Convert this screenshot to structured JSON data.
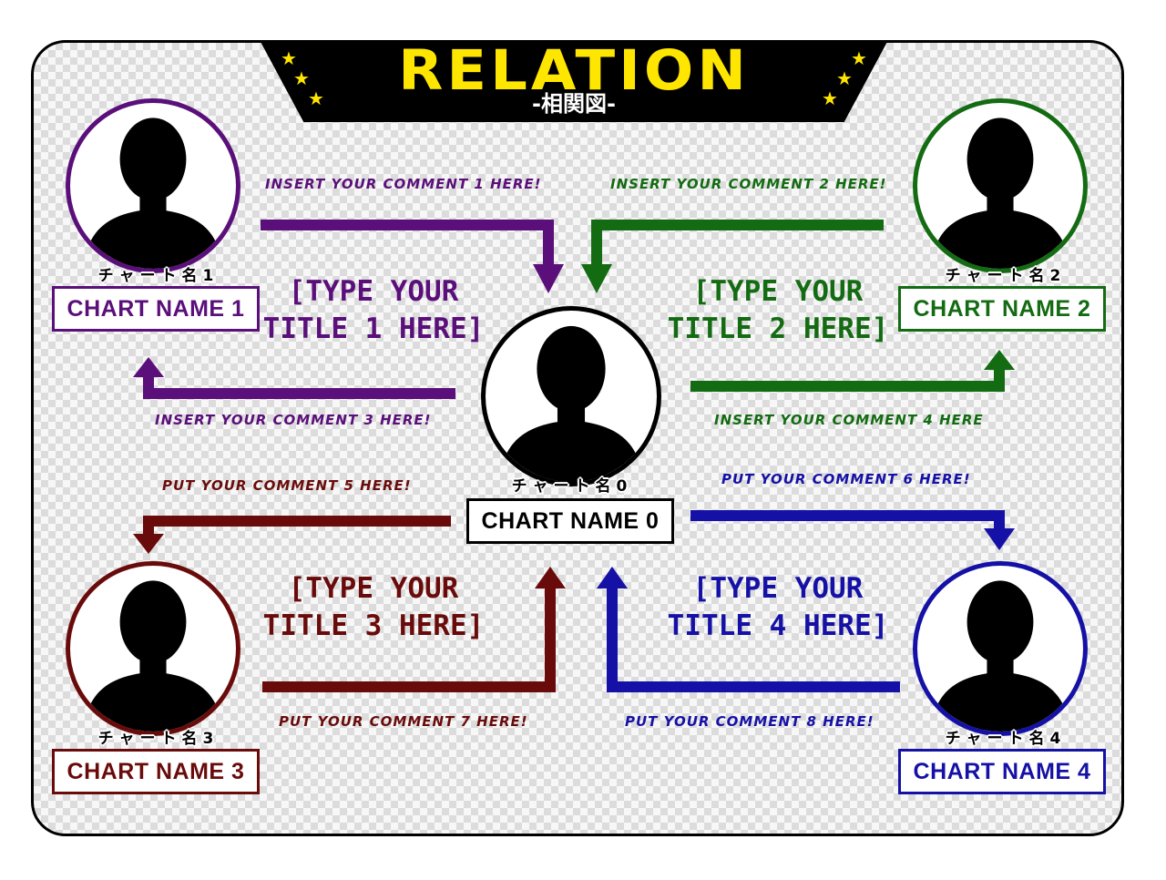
{
  "header": {
    "title": "RELATION",
    "subtitle": "-相関図-"
  },
  "colors": {
    "purple": "#5a0f7a",
    "green": "#136b12",
    "maroon": "#6a0b0b",
    "blue": "#1511a6",
    "black": "#000000",
    "yellow": "#ffe600"
  },
  "characters": [
    {
      "jp": "チャート名0",
      "name": "CHART NAME 0",
      "color": "#000000",
      "icon": "silhouette-icon"
    },
    {
      "jp": "チャート名1",
      "name": "CHART NAME 1",
      "color": "#5a0f7a",
      "icon": "silhouette-icon"
    },
    {
      "jp": "チャート名2",
      "name": "CHART NAME 2",
      "color": "#136b12",
      "icon": "silhouette-icon"
    },
    {
      "jp": "チャート名3",
      "name": "CHART NAME 3",
      "color": "#6a0b0b",
      "icon": "silhouette-icon"
    },
    {
      "jp": "チャート名4",
      "name": "CHART NAME 4",
      "color": "#1511a6",
      "icon": "silhouette-icon"
    }
  ],
  "titles": [
    "[TYPE YOUR\nTITLE 1 HERE]",
    "[TYPE YOUR\nTITLE 2 HERE]",
    "[TYPE YOUR\nTITLE 3 HERE]",
    "[TYPE YOUR\nTITLE 4 HERE]"
  ],
  "comments": [
    "INSERT YOUR COMMENT 1 HERE!",
    "INSERT YOUR COMMENT 2 HERE!",
    "INSERT YOUR COMMENT 3 HERE!",
    "INSERT YOUR COMMENT 4 HERE",
    "PUT YOUR COMMENT 5 HERE!",
    "PUT YOUR COMMENT 6 HERE!",
    "PUT YOUR COMMENT 7 HERE!",
    "PUT YOUR COMMENT 8 HERE!"
  ]
}
